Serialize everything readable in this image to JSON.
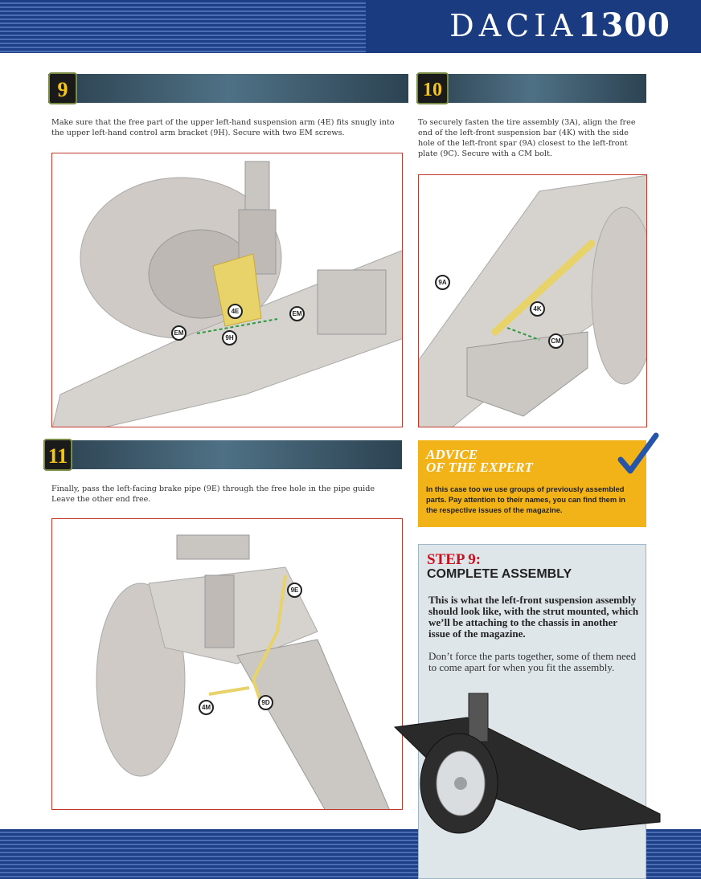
{
  "header": {
    "brand_word": "DACIA",
    "brand_number": "1300"
  },
  "steps": [
    {
      "number": "9",
      "text": "Make sure that the free part of the upper left-hand suspension arm (4E) fits snugly into the upper left-hand control arm bracket (9H). Secure with two EM screws.",
      "callouts": [
        "4E",
        "EM",
        "EM",
        "9H"
      ]
    },
    {
      "number": "10",
      "text": "To securely fasten the tire assembly (3A), align the free end of the left-front suspension bar (4K) with the side hole of the left-front spar (9A) closest to the left-front plate (9C). Secure with a CM bolt.",
      "callouts": [
        "9A",
        "4K",
        "CM"
      ]
    },
    {
      "number": "11",
      "text": "Finally, pass the left-facing brake pipe (9E) through the free hole in the pipe guide Leave the other end free.",
      "callouts": [
        "9E",
        "4M",
        "9D"
      ]
    }
  ],
  "advice": {
    "title_line1": "ADVICE",
    "title_line2": "OF THE EXPERT",
    "text": "In this case too we use groups of previously assembled parts. Pay attention to their names, you can find them in the respective issues of the magazine."
  },
  "step9_box": {
    "label": "STEP 9:",
    "subtitle": "COMPLETE ASSEMBLY",
    "paragraph1": "This is what the left-front suspension assembly should look like, with the strut mounted, which we’ll be attaching to the chassis in another issue of the magazine.",
    "paragraph2": "Don’t force the parts together, some of them need to come apart for when you fit the assembly."
  },
  "colors": {
    "header_blue": "#1a3b80",
    "accent_red": "#c8101e",
    "advice_yellow": "#f1b318",
    "highlight_yellow": "#e8d36a"
  }
}
